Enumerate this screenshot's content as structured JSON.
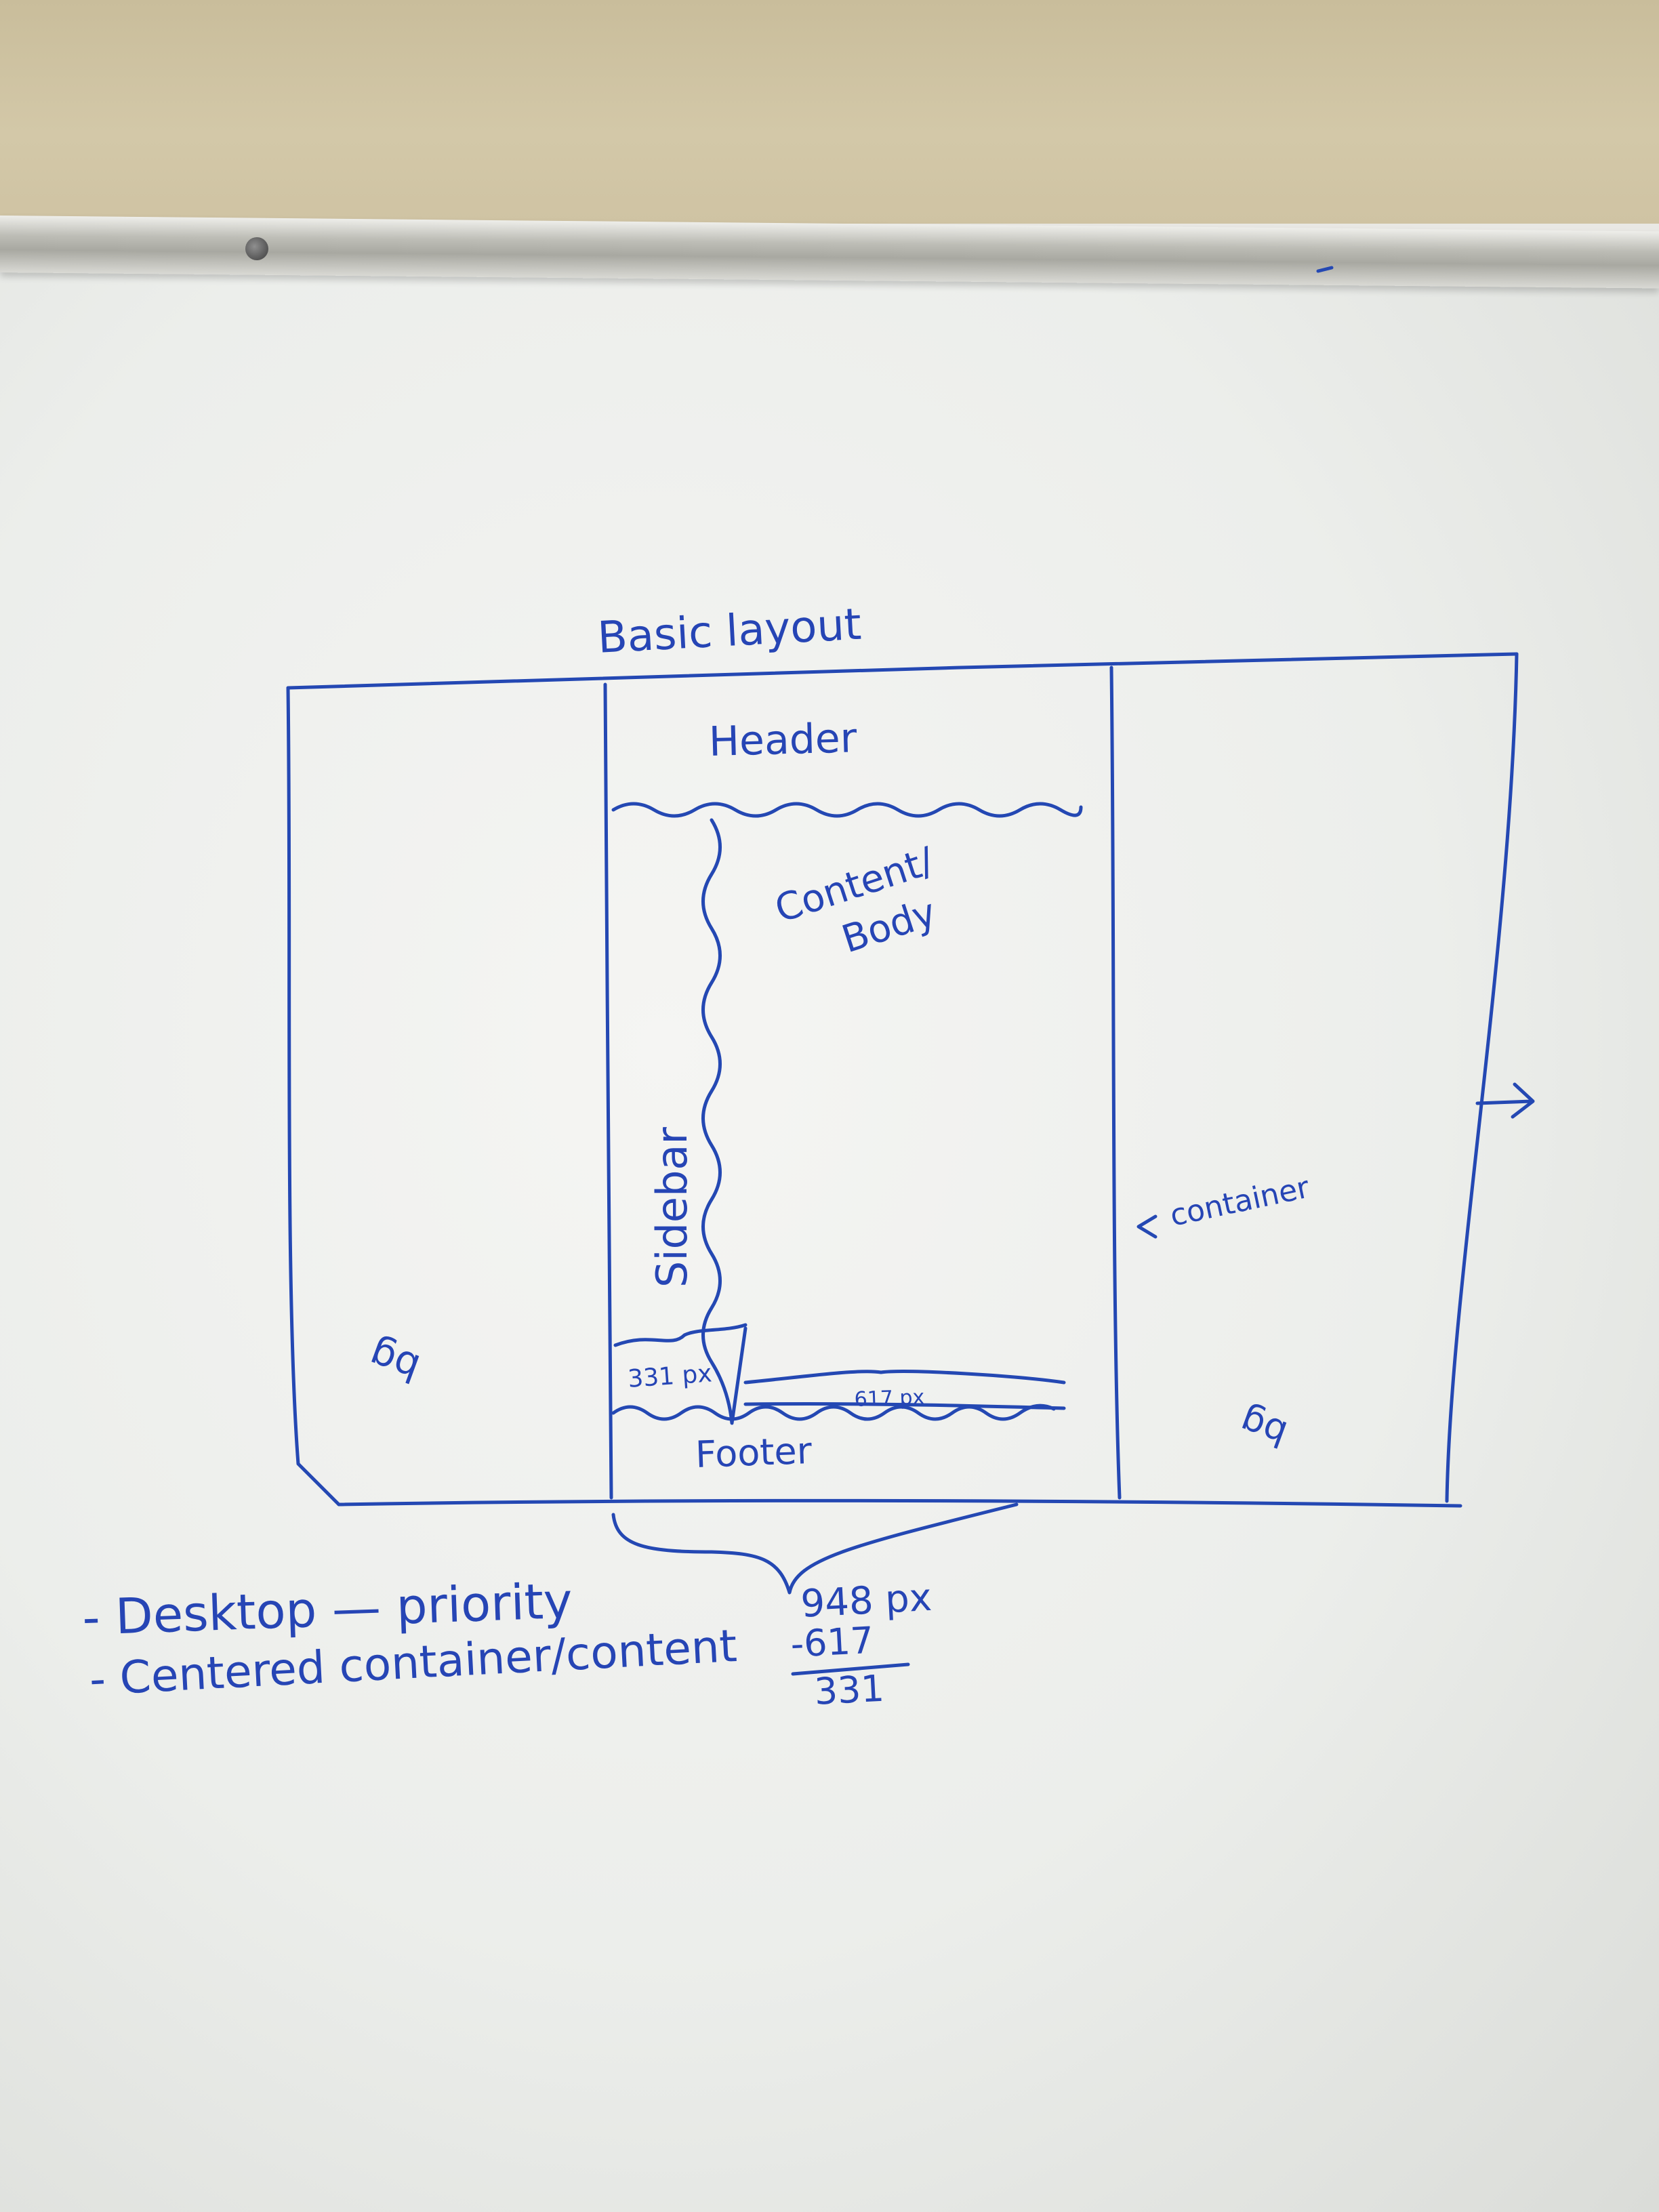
{
  "whiteboard": {
    "title": "Basic layout",
    "header_label": "Header",
    "content_label_line1": "Content/",
    "content_label_line2": "Body",
    "sidebar_label": "Sidebar",
    "container_label": "container",
    "bg_left": "bg",
    "bg_right": "bg",
    "sidebar_width": "331 px",
    "content_width": "617 px",
    "footer_label": "Footer",
    "notes": [
      "- Desktop — priority",
      "- Centered container/content"
    ],
    "calc": {
      "line1": "948 px",
      "line2": "-617",
      "line3": "331"
    }
  },
  "colors": {
    "ink": "#2448b3",
    "board": "#eceeeb",
    "wall": "#cfc3a3"
  }
}
